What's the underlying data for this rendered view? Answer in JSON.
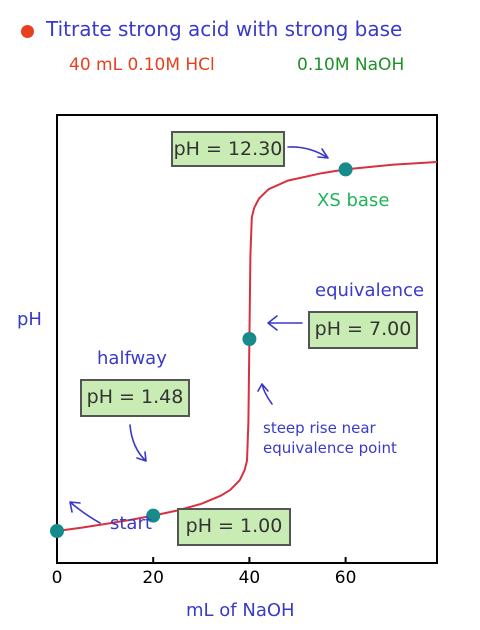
{
  "header": {
    "title": "Titrate strong acid with strong base",
    "acid": "40 mL 0.10M HCl",
    "base": "0.10M NaOH"
  },
  "colors": {
    "title": "#3a3ac8",
    "acid": "#e8401e",
    "base": "#1f8f2a",
    "curve": "#d83040",
    "points": "#178a8a",
    "box_fill": "#c9ecb5",
    "annotation": "#3a3ac8",
    "xs_label": "#1fb45a"
  },
  "chart_data": {
    "type": "line",
    "title": "Titrate strong acid with strong base",
    "xlabel": "mL of NaOH",
    "ylabel": "pH",
    "xlim": [
      0,
      79
    ],
    "ylim": [
      0,
      14
    ],
    "x_ticks": [
      0,
      20,
      40,
      60
    ],
    "grid": false,
    "series": [
      {
        "x": [
          0,
          5,
          10,
          15,
          20,
          25,
          30,
          34,
          36,
          38,
          39,
          39.5,
          39.8,
          40,
          40.2,
          40.5,
          41,
          42,
          44,
          48,
          55,
          60,
          70,
          79
        ],
        "y": [
          1.0,
          1.1,
          1.22,
          1.34,
          1.48,
          1.64,
          1.85,
          2.1,
          2.28,
          2.59,
          2.9,
          3.2,
          4.4,
          7.0,
          9.6,
          10.8,
          11.1,
          11.39,
          11.68,
          11.95,
          12.18,
          12.3,
          12.45,
          12.53
        ]
      }
    ],
    "points": [
      {
        "x": 0,
        "y": 1.0,
        "label": "start",
        "ph_label": "pH = 1.00"
      },
      {
        "x": 20,
        "y": 1.48,
        "label": "halfway",
        "ph_label": "pH = 1.48"
      },
      {
        "x": 40,
        "y": 7.0,
        "label": "equivalence",
        "ph_label": "pH = 7.00"
      },
      {
        "x": 60,
        "y": 12.3,
        "label": "XS base",
        "ph_label": "pH = 12.30"
      }
    ],
    "annotations": [
      "steep rise near",
      "equivalence point"
    ]
  }
}
